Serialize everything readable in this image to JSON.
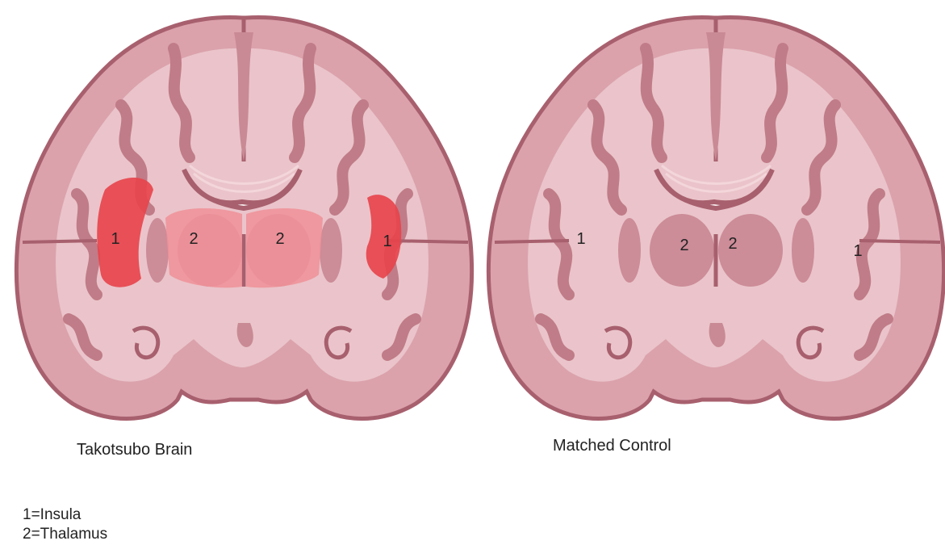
{
  "panels": [
    {
      "caption": "Takotsubo Brain",
      "insula_label": "1",
      "thalamus_label": "2",
      "highlighted": true
    },
    {
      "caption": "Matched Control",
      "insula_label": "1",
      "thalamus_label": "2",
      "highlighted": false
    }
  ],
  "legend": [
    "1=Insula",
    "2=Thalamus"
  ],
  "colors": {
    "cortex_outline": "#a8606e",
    "cortex_fill": "#dba2ac",
    "white_matter": "#eac4ca",
    "deep_structure": "#cc8c98",
    "ventricle": "#ffffff",
    "insula_highlight": "#e8424a",
    "thalamus_highlight": "#f09098"
  }
}
